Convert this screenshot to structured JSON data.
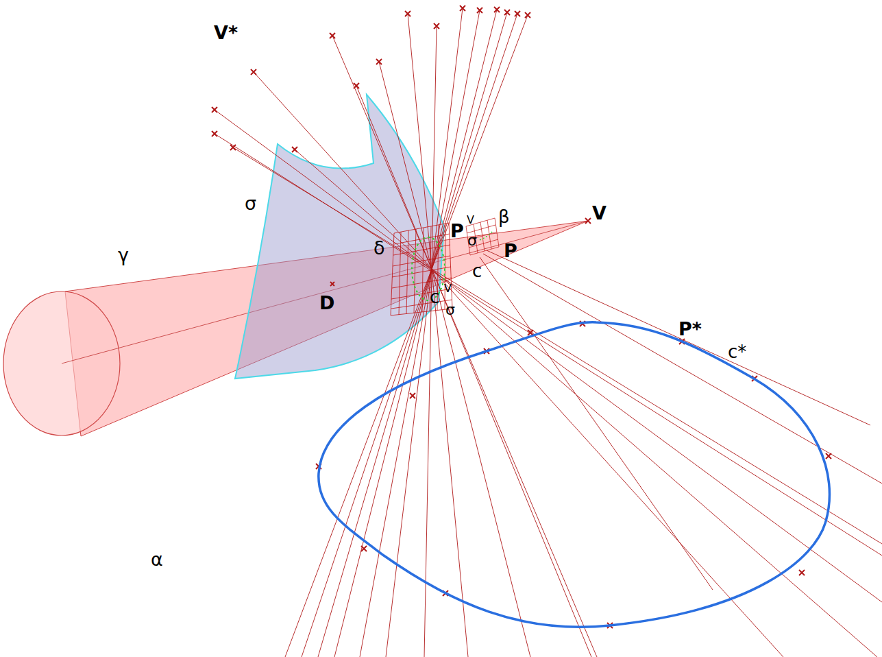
{
  "diagram": {
    "labels": [
      "V*",
      "σ",
      "γ",
      "δ",
      "D",
      "P",
      "V",
      "σ",
      "β",
      "V",
      "P",
      "c",
      "c",
      "V",
      "σ",
      "P*",
      "c*",
      "α"
    ]
  }
}
